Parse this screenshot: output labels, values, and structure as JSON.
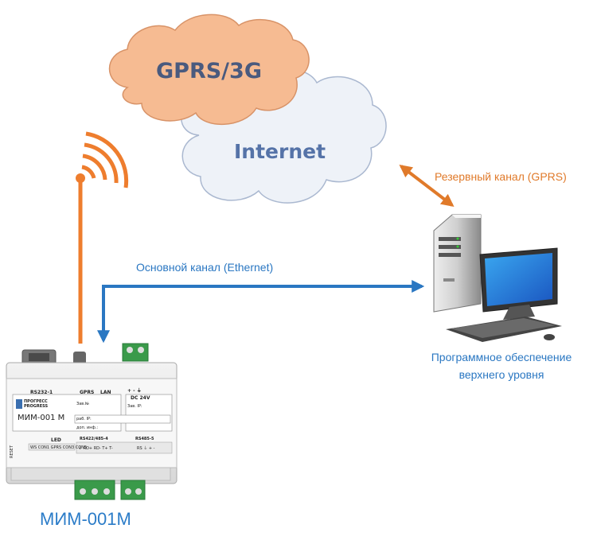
{
  "clouds": {
    "gprs": {
      "label": "GPRS/3G",
      "color": "#f6bb92"
    },
    "internet": {
      "label": "Internet",
      "color": "#eef2f8"
    }
  },
  "channels": {
    "backup": {
      "label": "Резервный канал (GPRS)",
      "color": "#e07a2a"
    },
    "main": {
      "label": "Основной канал (Ethernet)",
      "color": "#2a77c2"
    }
  },
  "server": {
    "caption_line1": "Программное обеспечение",
    "caption_line2": "верхнего уровня"
  },
  "device": {
    "name": "МИМ-001М",
    "panel": {
      "rs232": "RS232-1",
      "gprs": "GPRS",
      "lan": "LAN",
      "power_polarity": "+  -  ⏚",
      "dc": "DC 24V",
      "brand_line1": "ПРОГРЕСС",
      "brand_line2": "PROGRESS",
      "model": "МИМ-001 М",
      "serial_label": "Зав.№",
      "ip_label_work": "раб. IP:",
      "ip_label_factory": "Зав. IP:",
      "info_label": "доп. инф.:",
      "led": "LED",
      "led_items": "WS CON1 GPRS CON3 CON5",
      "rs422": "RS422/485-4",
      "rs485": "RS485-5",
      "rs422_pins": "⏚ RD+ RD-  T+ T-",
      "rs485_pins": "RS  ⏚  +  -",
      "reset": "RESET"
    }
  }
}
